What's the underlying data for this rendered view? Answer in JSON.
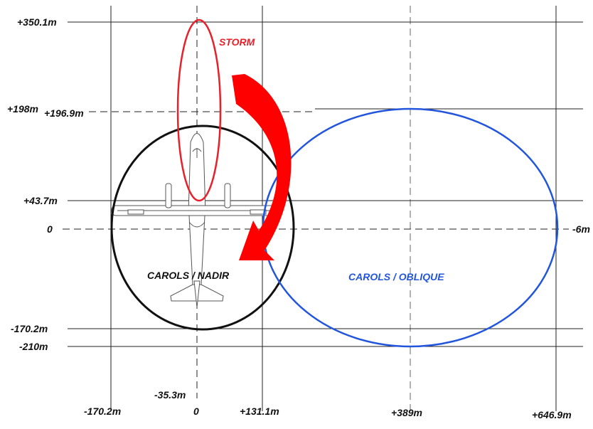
{
  "x_axis_labels": [
    "-170.2m",
    "-35.3m",
    "0",
    "+131.1m",
    "+389m",
    "+646.9m"
  ],
  "y_axis_labels": [
    "+350.1m",
    "+198m",
    "+196.9m",
    "+43.7m",
    "0",
    "-170.2m",
    "-210m"
  ],
  "right_label": "-6m",
  "footprints": [
    {
      "label": "STORM",
      "color": "#e8202a"
    },
    {
      "label": "CAROLS / NADIR",
      "color": "#111111"
    },
    {
      "label": "CAROLS / OBLIQUE",
      "color": "#2255dd"
    }
  ],
  "arrow_color": "#ff0000"
}
